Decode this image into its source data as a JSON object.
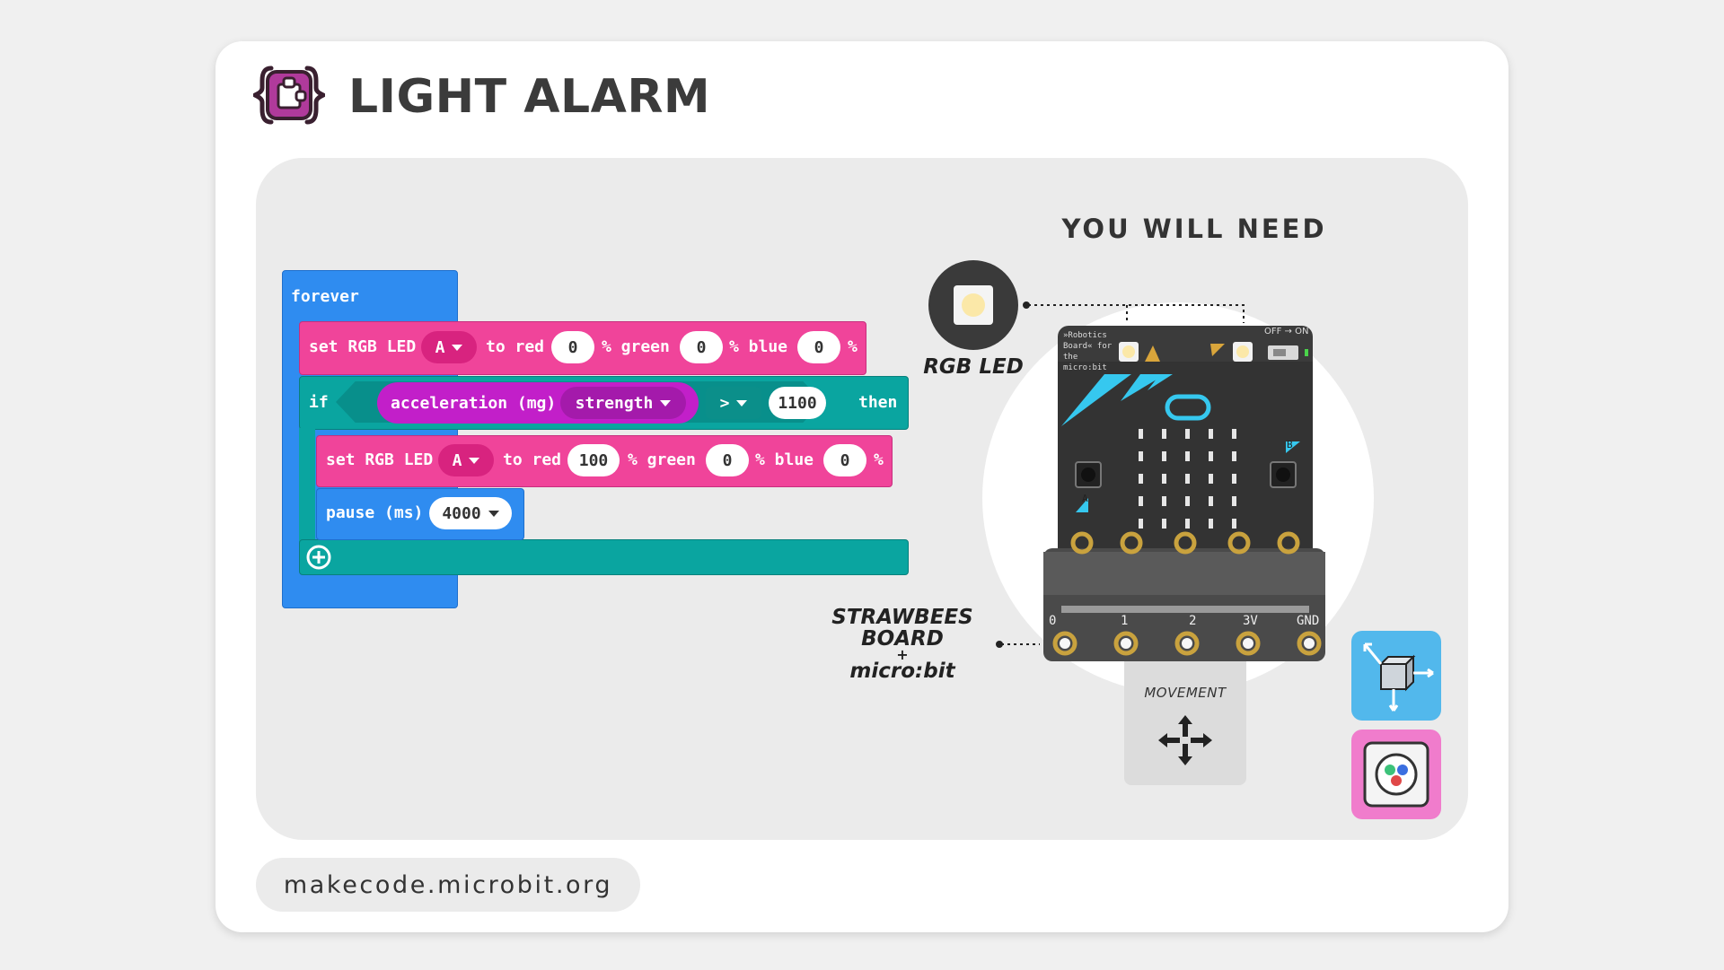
{
  "header": {
    "title": "LIGHT ALARM"
  },
  "footer": {
    "url": "makecode.microbit.org"
  },
  "need": {
    "title": "YOU WILL NEED",
    "rgb_led_label": "RGB LED",
    "board_label_line1": "STRAWBEES BOARD",
    "board_label_plus": "+",
    "board_label_line2": "micro:bit",
    "movement_label": "MOVEMENT",
    "board_text": {
      "brand": "»Robotics Board« for the micro:bit",
      "switch": "OFF → ON",
      "pins": [
        "0",
        "1",
        "2",
        "3V",
        "GND"
      ],
      "port_a": "A",
      "port_b": "B"
    }
  },
  "code": {
    "forever": "forever",
    "set1": {
      "label1": "set RGB LED",
      "port": "A",
      "to_red": "to red",
      "red": "0",
      "green_lbl": "% green",
      "green": "0",
      "blue_lbl": "% blue",
      "blue": "0",
      "pct": "%"
    },
    "if": {
      "if_lbl": "if",
      "sensor": "acceleration (mg)",
      "mode": "strength",
      "op": ">",
      "value": "1100",
      "then_lbl": "then"
    },
    "set2": {
      "label1": "set RGB LED",
      "port": "A",
      "to_red": "to red",
      "red": "100",
      "green_lbl": "% green",
      "green": "0",
      "blue_lbl": "% blue",
      "blue": "0",
      "pct": "%"
    },
    "pause": {
      "label": "pause (ms)",
      "value": "4000"
    }
  },
  "colors": {
    "forever_blue": "#2f8cf0",
    "set_pink": "#f0449a",
    "logic_teal": "#0aa5a0",
    "sensor_magenta": "#c21fc9",
    "accent_purple": "#9b2a8e",
    "tile_blue": "#52b8ec",
    "tile_pink": "#f07ccc"
  }
}
